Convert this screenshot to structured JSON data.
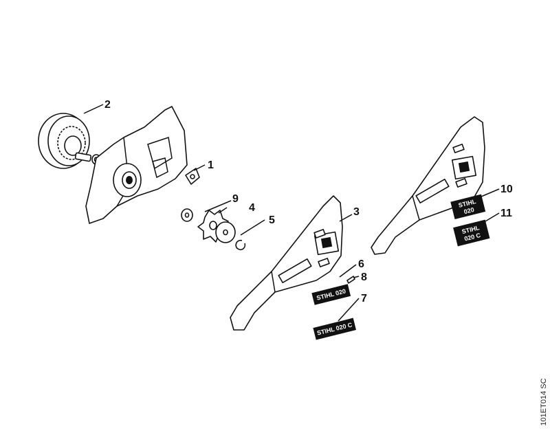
{
  "callouts": [
    "1",
    "2",
    "3",
    "4",
    "5",
    "6",
    "7",
    "8",
    "9",
    "10",
    "11"
  ],
  "decals": {
    "decal_6": "STIHL 020",
    "decal_7": "STIHL 020 C",
    "decal_10_line1": "STIHL",
    "decal_10_line2": "020",
    "decal_11_line1": "STIHL",
    "decal_11_line2": "020 C"
  },
  "figure_code": "101ET014 SC"
}
